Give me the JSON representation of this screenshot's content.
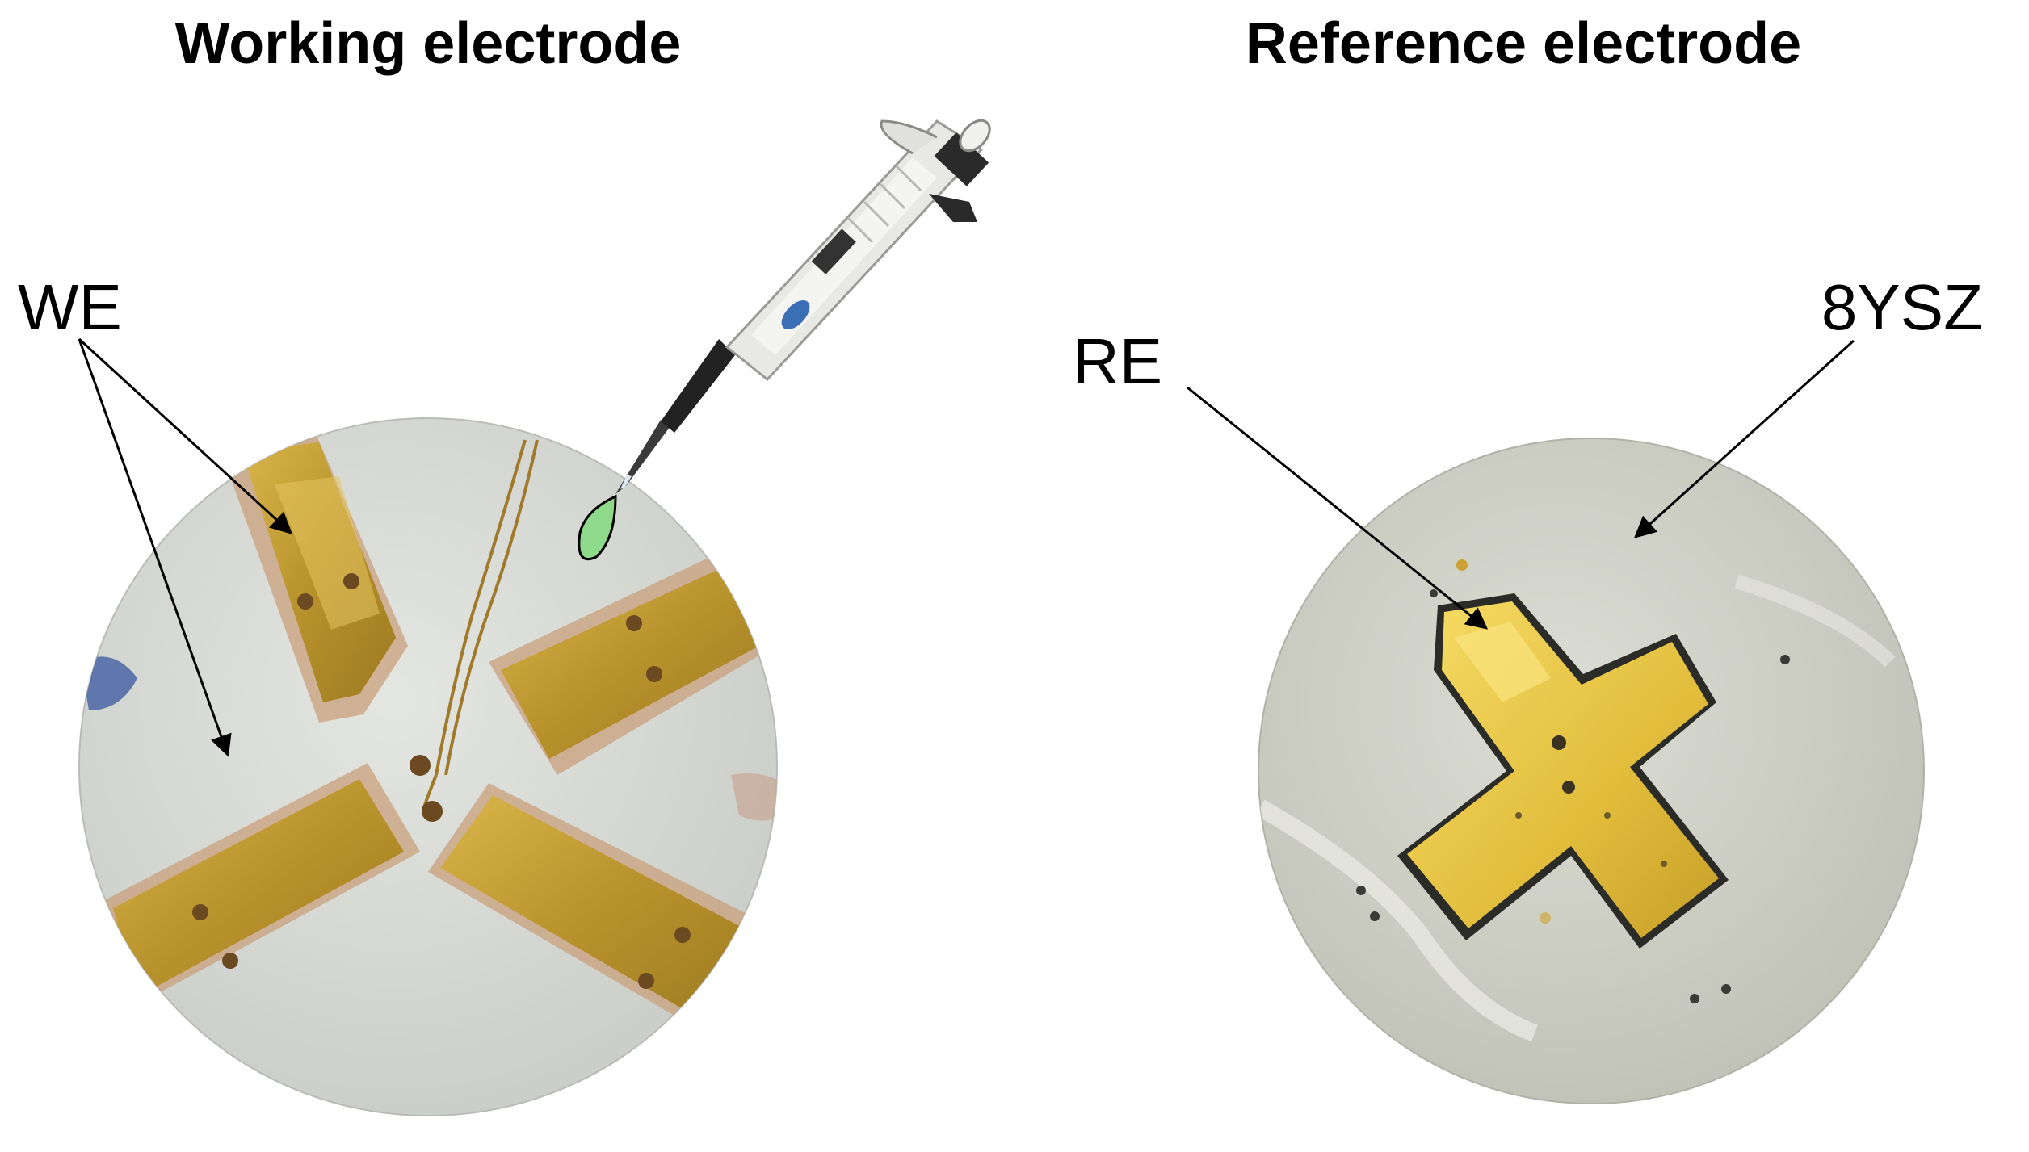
{
  "panels": {
    "left": {
      "title": "Working electrode",
      "labels": {
        "we": "WE"
      }
    },
    "right": {
      "title": "Reference electrode",
      "labels": {
        "re": "RE",
        "substrate": "8YSZ"
      }
    }
  },
  "colors": {
    "gold": "#c9a233",
    "gold_highlight": "#f2d35a",
    "ceramic_left": "#d9dcd8",
    "ceramic_right": "#d3d4cb",
    "droplet": "#8fd98a",
    "pipette_body": "#e8e8e4"
  },
  "icons": [
    "pipette-icon",
    "droplet-icon"
  ]
}
